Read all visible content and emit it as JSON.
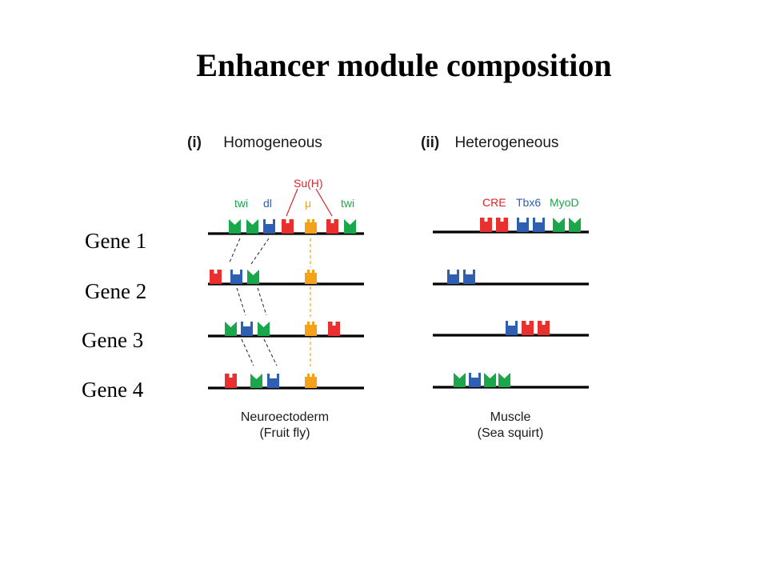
{
  "title": "Enhancer module composition",
  "panels": {
    "homogeneous": {
      "numeral": "(i)",
      "label": "Homogeneous",
      "caption_line1": "Neuroectoderm",
      "caption_line2": "(Fruit fly)"
    },
    "heterogeneous": {
      "numeral": "(ii)",
      "label": "Heterogeneous",
      "caption_line1": "Muscle",
      "caption_line2": "(Sea squirt)"
    }
  },
  "genes": [
    "Gene 1",
    "Gene 2",
    "Gene 3",
    "Gene 4"
  ],
  "tf_labels": {
    "twi": "twi",
    "dl": "dl",
    "suh": "Su(H)",
    "mu": "μ",
    "cre": "CRE",
    "tbx6": "Tbx6",
    "myod": "MyoD"
  },
  "colors": {
    "twi": "#1aa64a",
    "dl": "#2f5fb3",
    "suh": "#e8312f",
    "mu": "#f5a21b",
    "cre": "#e8312f",
    "tbx6": "#2f5fb3",
    "myod": "#1aa64a",
    "label_suh": "#d9262a",
    "label_twi": "#1aa64a",
    "label_dl": "#2f5fb3",
    "label_mu": "#f0a020",
    "label_cre": "#e02020",
    "label_tbx6": "#2f5fb3",
    "label_myod": "#1aa64a"
  },
  "site_shapes": {
    "twi": "notch",
    "myod": "notch",
    "dl": "cup",
    "tbx6": "cup",
    "suh": "slot",
    "cre": "slot",
    "mu": "tab"
  }
}
